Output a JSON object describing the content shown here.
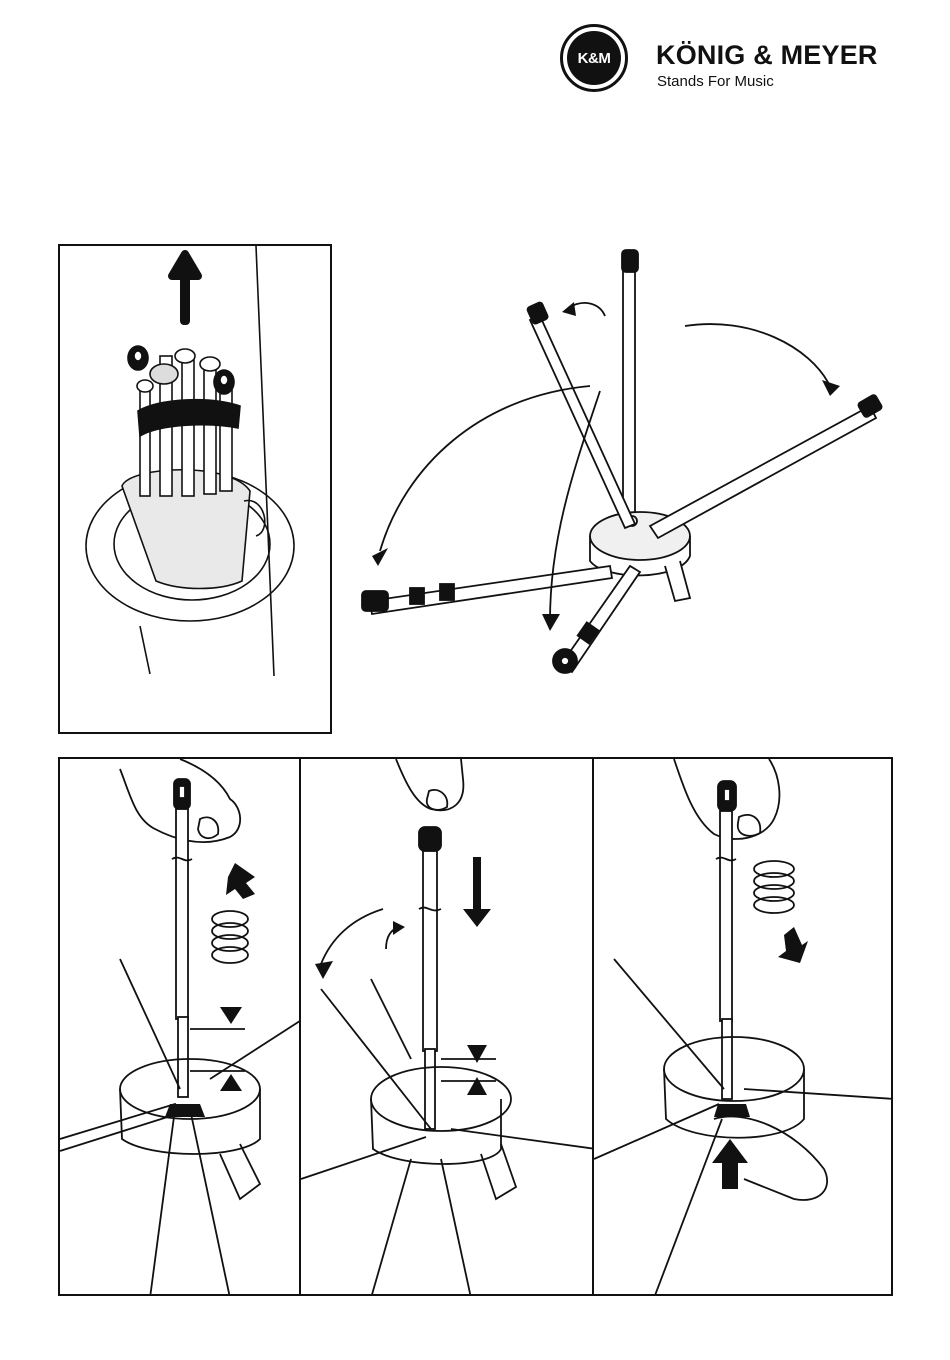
{
  "logo": {
    "badge_text": "K&M",
    "brand_name": "KÖNIG & MEYER",
    "tagline": "Stands For Music"
  },
  "illustrations": {
    "step1": "bag-with-stand-icon",
    "step2": "unfold-legs-icon",
    "step3": "spring-release-icon",
    "step4": "insert-leg-icon",
    "step5": "lock-spring-icon"
  },
  "colors": {
    "ink": "#111111",
    "paper": "#ffffff",
    "shade": "#e6e6e6"
  }
}
